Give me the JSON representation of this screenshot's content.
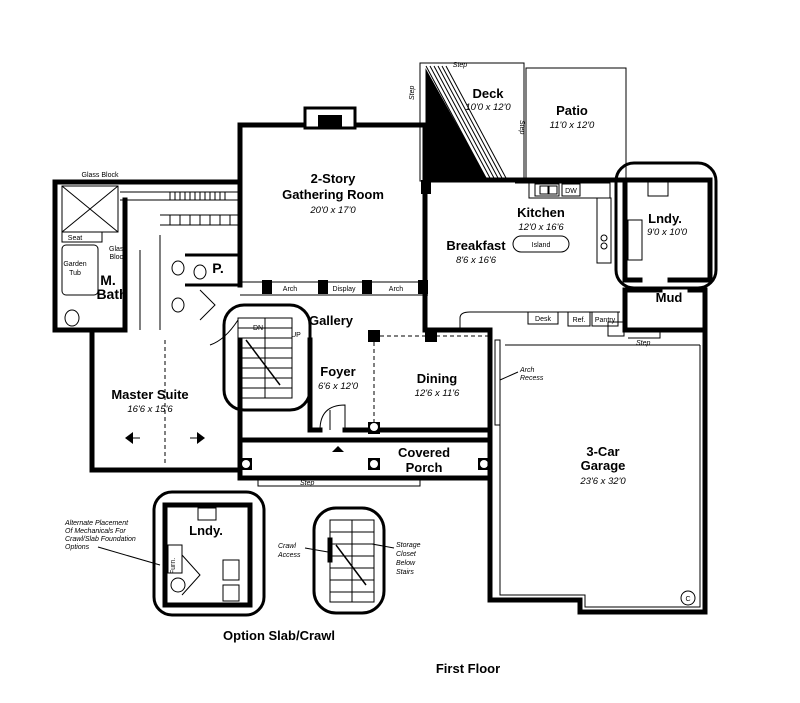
{
  "rooms": {
    "deck": {
      "name": "Deck",
      "dim": "10'0 x 12'0"
    },
    "patio": {
      "name": "Patio",
      "dim": "11'0 x 12'0"
    },
    "gathering": {
      "name1": "2-Story",
      "name2": "Gathering Room",
      "dim": "20'0 x 17'0"
    },
    "kitchen": {
      "name": "Kitchen",
      "dim": "12'0 x 16'6"
    },
    "breakfast": {
      "name": "Breakfast",
      "dim": "8'6 x 16'6"
    },
    "laundry": {
      "name": "Lndy.",
      "dim": "9'0 x 10'0"
    },
    "mud": {
      "name": "Mud"
    },
    "gallery": {
      "name": "Gallery"
    },
    "foyer": {
      "name": "Foyer",
      "dim": "6'6 x 12'0"
    },
    "dining": {
      "name": "Dining",
      "dim": "12'6 x 11'6"
    },
    "master": {
      "name": "Master Suite",
      "dim": "16'6 x 15'6"
    },
    "mbath": {
      "name1": "M.",
      "name2": "Bath"
    },
    "powder": {
      "name": "P."
    },
    "porch": {
      "name1": "Covered",
      "name2": "Porch"
    },
    "garage": {
      "name1": "3-Car",
      "name2": "Garage",
      "dim": "23'6 x 32'0"
    },
    "option_laundry": {
      "name": "Lndy."
    }
  },
  "labels": {
    "step_deck": "Step",
    "step_side": "Step",
    "step_mud": "Step",
    "step_porch": "Step",
    "glass_block_top": "Glass Block",
    "glass_block_side1": "Glass",
    "glass_block_side2": "Block",
    "seat": "Seat",
    "garden_tub1": "Garden",
    "garden_tub2": "Tub",
    "dw": "DW",
    "island": "Island",
    "arch_left": "Arch",
    "display": "Display",
    "arch_right": "Arch",
    "desk": "Desk",
    "ref": "Ref.",
    "pantry": "Pantry",
    "dn": "DN",
    "up": "UP",
    "arch_recess1": "Arch",
    "arch_recess2": "Recess",
    "furn": "Furn.",
    "crawl1": "Crawl",
    "crawl2": "Access",
    "storage1": "Storage",
    "storage2": "Closet",
    "storage3": "Below",
    "storage4": "Stairs",
    "alt1": "Alternate Placement",
    "alt2": "Of Mechanicals For",
    "alt3": "Crawl/Slab Foundation",
    "alt4": "Options",
    "copyright": "C"
  },
  "captions": {
    "option": "Option Slab/Crawl",
    "floor": "First Floor"
  }
}
